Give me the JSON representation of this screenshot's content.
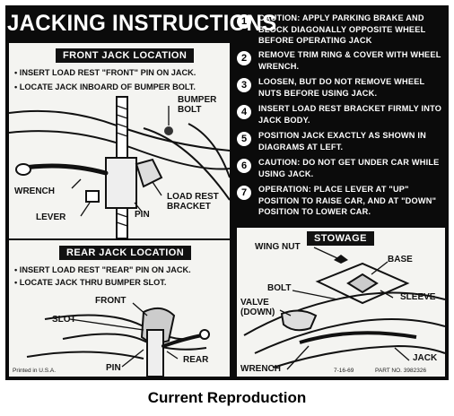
{
  "title": "JACKING INSTRUCTIONS",
  "front": {
    "header": "FRONT JACK LOCATION",
    "bullets": [
      "INSERT LOAD REST \"FRONT\" PIN ON JACK.",
      "LOCATE JACK INBOARD OF BUMPER BOLT."
    ],
    "labels": {
      "bumper_bolt": [
        "BUMPER",
        "BOLT"
      ],
      "wrench": "WRENCH",
      "lever": "LEVER",
      "pin": "PIN",
      "load_rest_bracket": [
        "LOAD REST",
        "BRACKET"
      ]
    }
  },
  "rear": {
    "header": "REAR JACK LOCATION",
    "bullets": [
      "INSERT LOAD REST \"REAR\" PIN ON JACK.",
      "LOCATE JACK THRU BUMPER SLOT."
    ],
    "labels": {
      "front": "FRONT",
      "slot": "SLOT",
      "pin": "PIN",
      "rear": "REAR"
    },
    "printed": "Printed in U.S.A."
  },
  "steps": [
    {
      "num": "1",
      "text": "CAUTION: APPLY PARKING BRAKE AND BLOCK DIAGONALLY OPPOSITE WHEEL BEFORE OPERATING JACK"
    },
    {
      "num": "2",
      "text": "REMOVE TRIM RING & COVER WITH WHEEL WRENCH."
    },
    {
      "num": "3",
      "text": "LOOSEN, BUT DO NOT REMOVE WHEEL NUTS BEFORE USING JACK."
    },
    {
      "num": "4",
      "text": "INSERT LOAD REST BRACKET FIRMLY INTO JACK BODY."
    },
    {
      "num": "5",
      "text": "POSITION JACK EXACTLY AS SHOWN IN DIAGRAMS AT LEFT."
    },
    {
      "num": "6",
      "text": "CAUTION: DO NOT GET UNDER CAR WHILE USING JACK."
    },
    {
      "num": "7",
      "text": "OPERATION: PLACE LEVER AT \"UP\" POSITION TO RAISE CAR, AND AT \"DOWN\" POSITION TO LOWER CAR."
    }
  ],
  "stowage": {
    "header": "STOWAGE",
    "labels": {
      "wing_nut": "WING NUT",
      "base": "BASE",
      "bolt": "BOLT",
      "sleeve": "SLEEVE",
      "valve": [
        "VALVE",
        "(DOWN)"
      ],
      "jack": "JACK",
      "wrench": "WRENCH"
    },
    "date": "7-16-69",
    "part_no": "PART NO. 3982326"
  },
  "caption": "Current Reproduction",
  "colors": {
    "decal_bg": "#0b0b0b",
    "panel_bg": "#f4f4f1",
    "text_dark": "#111111",
    "text_light": "#ffffff"
  }
}
